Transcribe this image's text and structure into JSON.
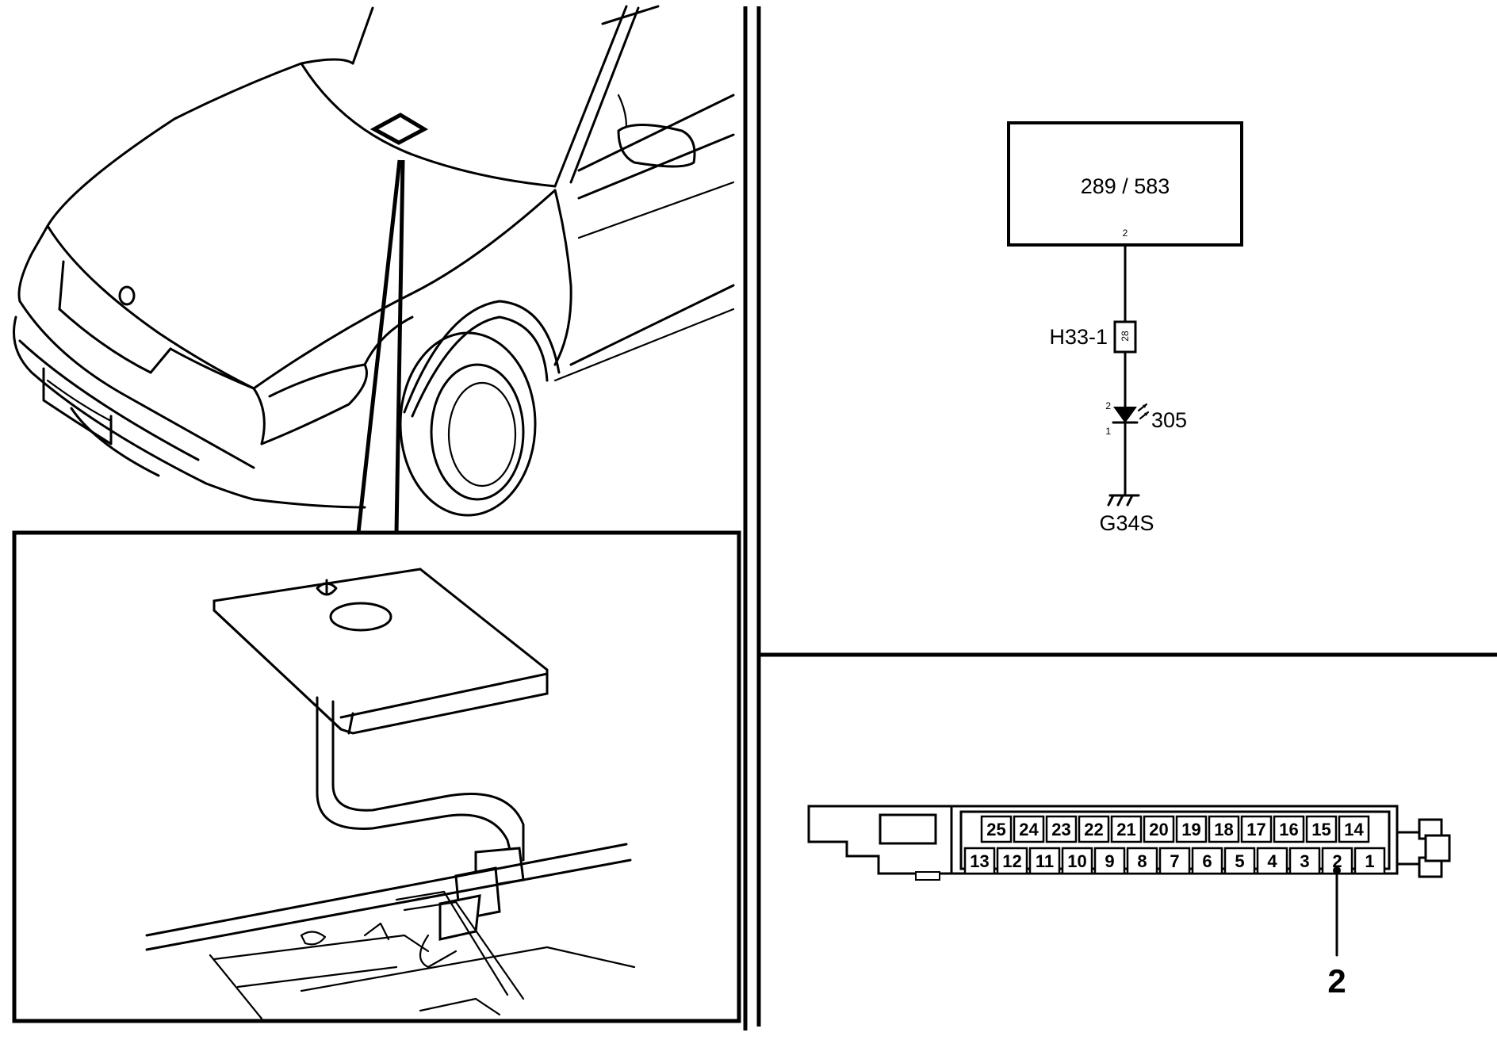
{
  "schematic": {
    "module_label": "289 / 583",
    "module_pin": "2",
    "connector_label": "H33-1",
    "connector_pin": "28",
    "component_label": "305",
    "component_pin_top": "2",
    "component_pin_bottom": "1",
    "ground_label": "G34S"
  },
  "connector_pinout": {
    "top_row": [
      "25",
      "24",
      "23",
      "22",
      "21",
      "20",
      "19",
      "18",
      "17",
      "16",
      "15",
      "14"
    ],
    "bottom_row": [
      "13",
      "12",
      "11",
      "10",
      "9",
      "8",
      "7",
      "6",
      "5",
      "4",
      "3",
      "2",
      "1"
    ],
    "highlighted_pin": "2",
    "callout": "2"
  }
}
